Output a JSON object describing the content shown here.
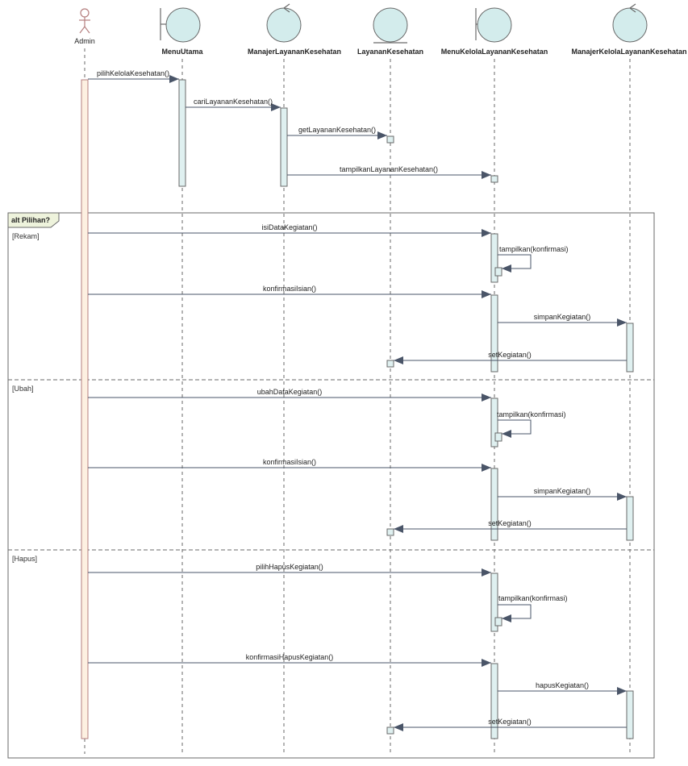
{
  "participants": [
    {
      "id": "admin",
      "name": "Admin",
      "kind": "actor"
    },
    {
      "id": "menu-utama",
      "name": "MenuUtama",
      "kind": "boundary"
    },
    {
      "id": "manajer-layanan",
      "name": "ManajerLayananKesehatan",
      "kind": "control"
    },
    {
      "id": "layanan",
      "name": "LayananKesehatan",
      "kind": "entity"
    },
    {
      "id": "menu-kelola",
      "name": "MenuKelolaLayananKesehatan",
      "kind": "boundary"
    },
    {
      "id": "manajer-kelola",
      "name": "ManajerKelolaLayananKesehatan",
      "kind": "control"
    }
  ],
  "messages": [
    {
      "label": "pilihKelolaKesehatan()"
    },
    {
      "label": "cariLayananKesehatan()"
    },
    {
      "label": "getLayananKesehatan()"
    },
    {
      "label": "tampilkanLayananKesehatan()"
    },
    {
      "label": "isiDataKegiatan()"
    },
    {
      "label": "tampilkan(konfirmasi)"
    },
    {
      "label": "konfirmasiIsian()"
    },
    {
      "label": "simpanKegiatan()"
    },
    {
      "label": "setKegiatan()"
    },
    {
      "label": "ubahDataKegiatan()"
    },
    {
      "label": "tampilkan(konfirmasi)"
    },
    {
      "label": "konfirmasiIsian()"
    },
    {
      "label": "simpanKegiatan()"
    },
    {
      "label": "setKegiatan()"
    },
    {
      "label": "pilihHapusKegiatan()"
    },
    {
      "label": "tampilkan(konfirmasi)"
    },
    {
      "label": "konfirmasiHapusKegiatan()"
    },
    {
      "label": "hapusKegiatan()"
    },
    {
      "label": "setKegiatan()"
    }
  ],
  "fragment": {
    "label": "alt Pilihan?",
    "guards": [
      "[Rekam]",
      "[Ubah]",
      "[Hapus]"
    ]
  },
  "colors": {
    "participant_fill": "#d3ecec",
    "participant_stroke": "#6a6a6a",
    "activation_fill": "#dff0f0",
    "actor_activation_fill": "#fdf0e1",
    "actor_stroke": "#b57f7f",
    "line": "#4a5568",
    "fragment_label_fill": "#eef3dc"
  }
}
